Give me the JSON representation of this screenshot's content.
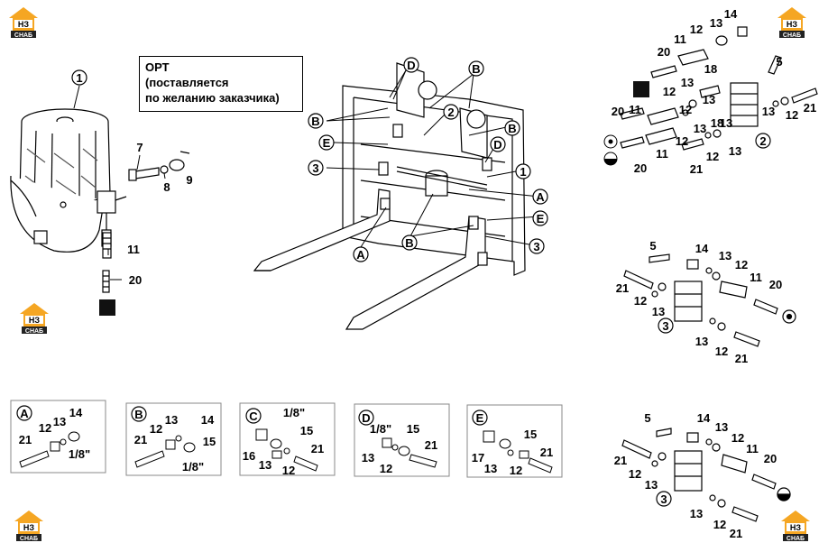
{
  "callout": {
    "line1": "ОРТ",
    "line2": "(поставляется",
    "line3": "по желанию заказчика)"
  },
  "logo": {
    "top_text": "НЗ",
    "bottom_text": "СНАБ",
    "color": "#f5a623"
  },
  "main_labels": {
    "n1": "1",
    "n2": "2",
    "n3": "3",
    "n7": "7",
    "n8": "8",
    "n9": "9",
    "n11": "11",
    "n20": "20",
    "A": "A",
    "B": "B",
    "D": "D",
    "E": "E"
  },
  "top_right": {
    "n14": "14",
    "n13": "13",
    "n12": "12",
    "n20": "20",
    "n11": "11",
    "n5": "5",
    "n18": "18",
    "n21": "21",
    "n2": "2"
  },
  "mid_right": {
    "n5": "5",
    "n14": "14",
    "n13": "13",
    "n12": "12",
    "n11": "11",
    "n20": "20",
    "n21": "21",
    "n3": "3"
  },
  "bottom_right": {
    "n5": "5",
    "n14": "14",
    "n13": "13",
    "n12": "12",
    "n11": "11",
    "n20": "20",
    "n21": "21",
    "n3": "3"
  },
  "details": [
    {
      "letter": "A",
      "labels": [
        "21",
        "12",
        "13",
        "14",
        "1/8\""
      ]
    },
    {
      "letter": "B",
      "labels": [
        "21",
        "12",
        "13",
        "14",
        "15",
        "1/8\""
      ]
    },
    {
      "letter": "C",
      "labels": [
        "1/8\"",
        "15",
        "16",
        "13",
        "12",
        "21"
      ]
    },
    {
      "letter": "D",
      "labels": [
        "1/8\"",
        "15",
        "21",
        "13",
        "12"
      ]
    },
    {
      "letter": "E",
      "labels": [
        "17",
        "15",
        "21",
        "13",
        "12"
      ]
    }
  ]
}
